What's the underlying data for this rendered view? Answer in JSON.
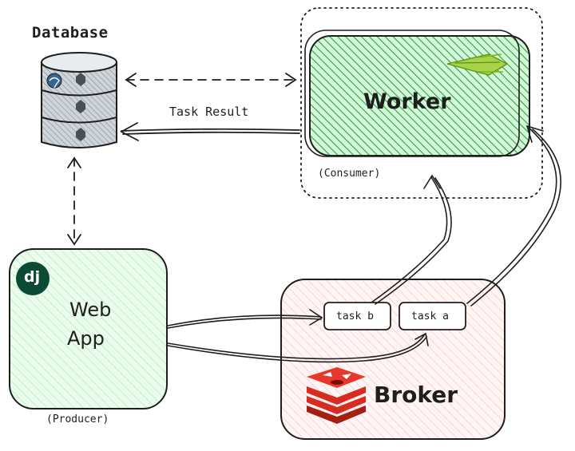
{
  "labels": {
    "database": "Database",
    "task_result": "Task Result",
    "worker": "Worker",
    "consumer": "(Consumer)",
    "web_app_line1": "Web",
    "web_app_line2": "App",
    "producer": "(Producer)",
    "broker": "Broker",
    "task_b": "task b",
    "task_a": "task a",
    "django_logo": "dj"
  },
  "icons": {
    "database": "database-cylinder-icon",
    "postgres": "postgres-elephant-icon",
    "celery": "celery-stalk-icon",
    "django": "django-logo-icon",
    "redis": "redis-logo-icon"
  },
  "colors": {
    "worker_fill": "#2f9e44",
    "webapp_fill": "#b2f2bb",
    "broker_fill": "#ffc9c9",
    "redis_red": "#d82c20",
    "django_green": "#0c4b33",
    "database_fill": "#ced4da",
    "stroke": "#1e1e1e"
  }
}
